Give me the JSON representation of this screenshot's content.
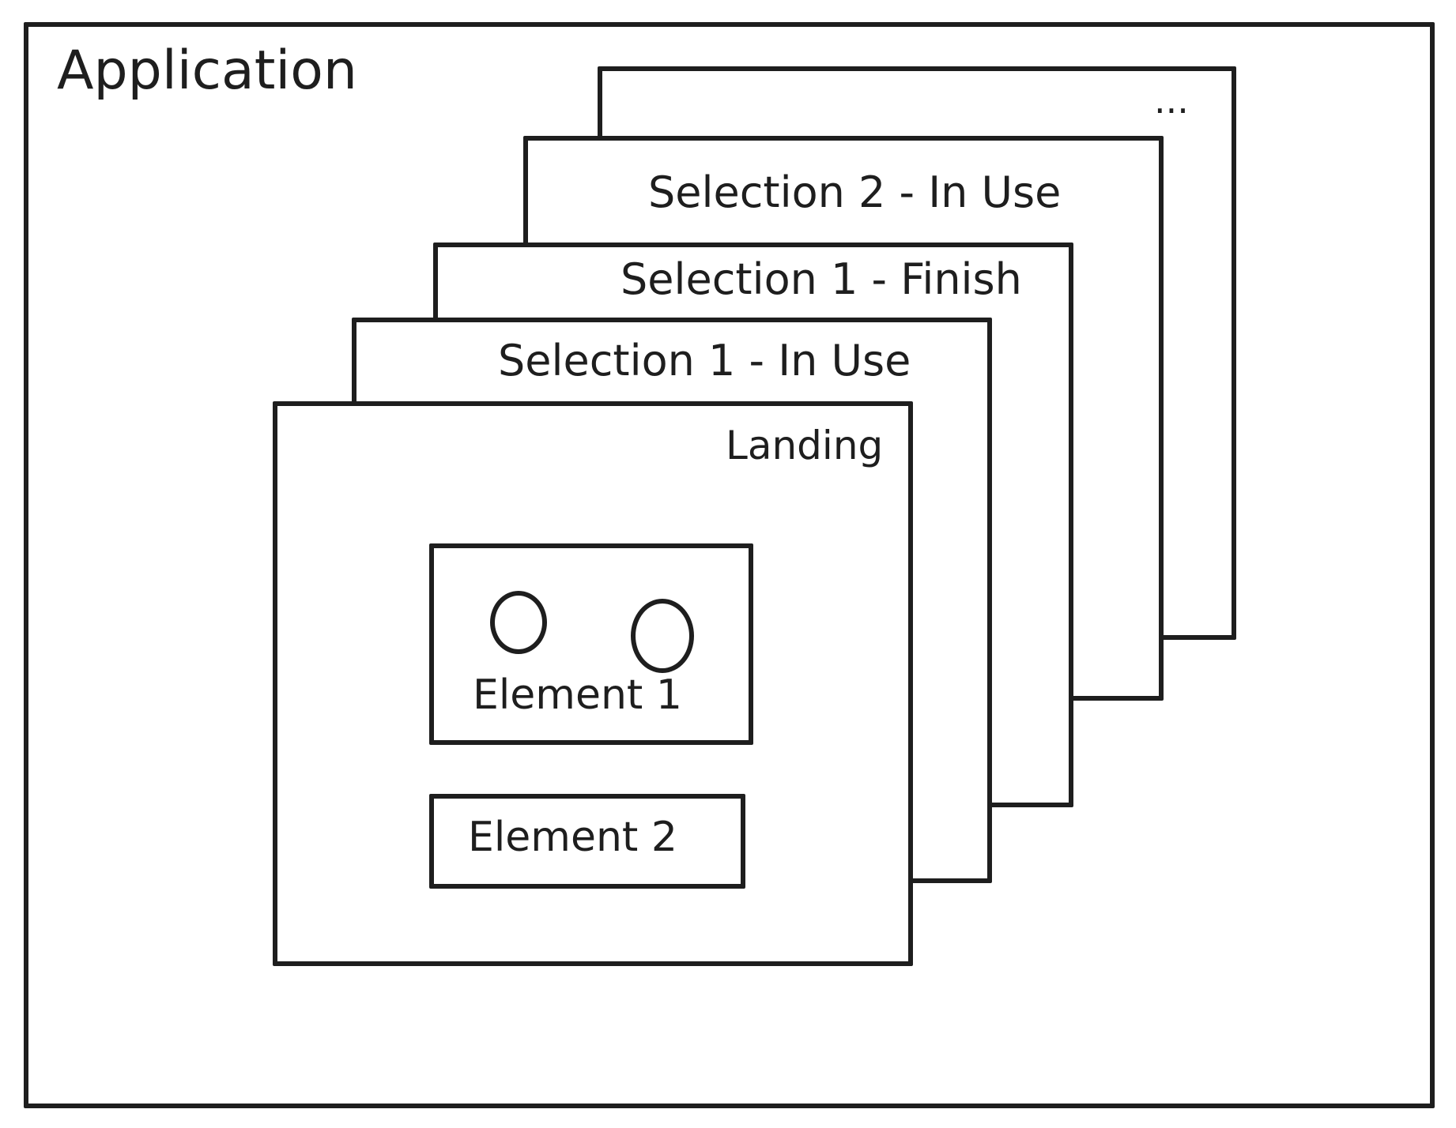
{
  "diagram": {
    "application_label": "Application",
    "pages": [
      {
        "id": "page-more",
        "label": "..."
      },
      {
        "id": "page-selection-2-in-use",
        "label": "Selection 2 - In Use"
      },
      {
        "id": "page-selection-1-finish",
        "label": "Selection 1 - Finish"
      },
      {
        "id": "page-selection-1-in-use",
        "label": "Selection 1 - In Use"
      },
      {
        "id": "page-landing",
        "label": "Landing"
      }
    ],
    "elements": [
      {
        "id": "element-1",
        "label": "Element 1"
      },
      {
        "id": "element-2",
        "label": "Element 2"
      }
    ],
    "stroke_color": "#1e1e1e",
    "background_color": "#ffffff"
  }
}
